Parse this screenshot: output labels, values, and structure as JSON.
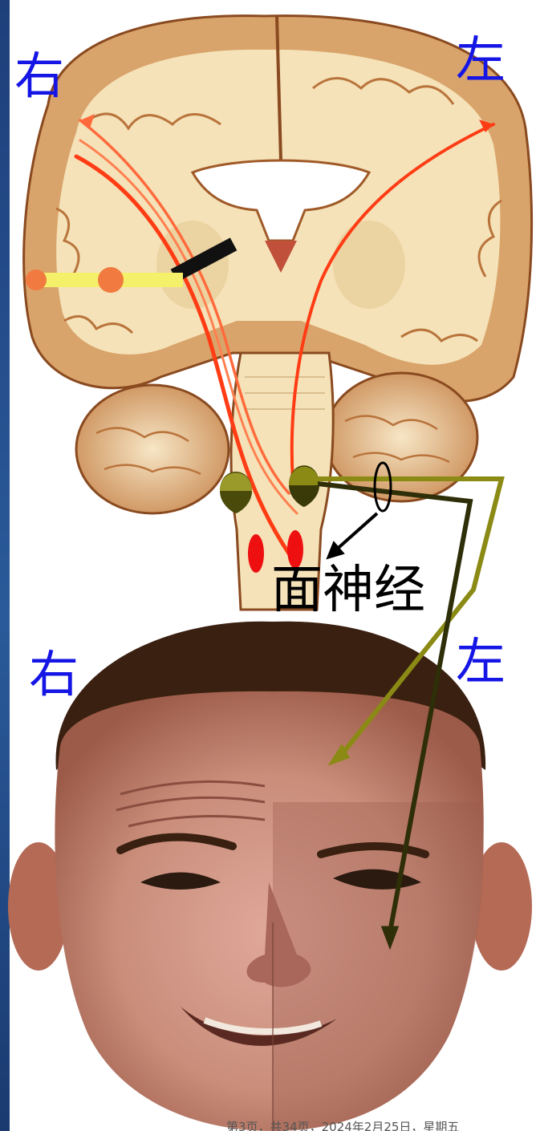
{
  "labels": {
    "brain_right": "右",
    "brain_left": "左",
    "face_right": "右",
    "face_left": "左",
    "facial_nerve": "面神经"
  },
  "footer": "第3页，共34页，2024年2月25日，星期五",
  "colors": {
    "side_label": "#1515e6",
    "tract_red": "#ff3c14",
    "nerve_olive": "#8a8a14",
    "nerve_dark": "#2e2e08",
    "lesion_bar": "#111111",
    "nucleus_red": "#ee1010",
    "brain_tissue": "#f5d9a6",
    "brain_cortex": "#d9a46b",
    "face_skin": "#c98d7a",
    "hair": "#3a2010",
    "left_border": "#1e3f7a"
  }
}
